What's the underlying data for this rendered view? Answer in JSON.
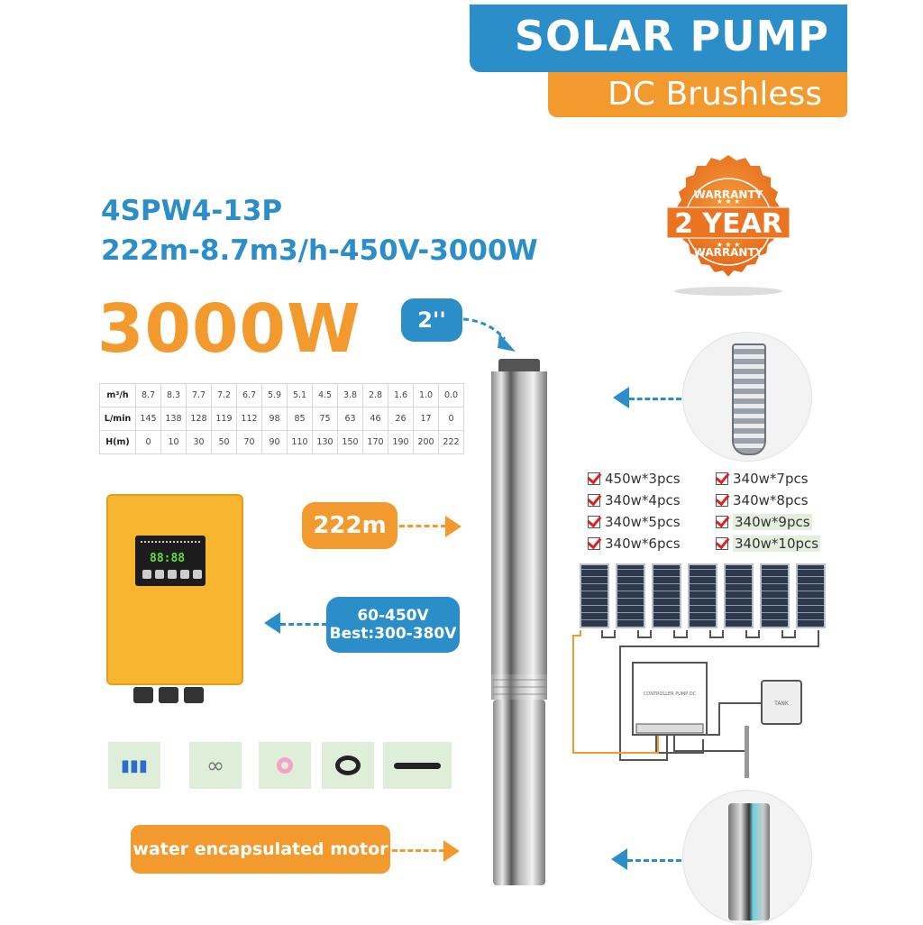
{
  "header": {
    "title": "SOLAR PUMP",
    "subtitle": "DC Brushless"
  },
  "product": {
    "model": "4SPW4-13P",
    "spec_line": "222m-8.7m3/h-450V-3000W",
    "power": "3000W"
  },
  "warranty_badge": {
    "top_text": "WARRANTY",
    "main_text": "2 YEAR",
    "bottom_text": "WARRANTY"
  },
  "callouts": {
    "outlet_size": "2''",
    "head": "222m",
    "voltage_range": "60-450V",
    "voltage_best": "Best:300-380V",
    "motor": "water encapsulated motor"
  },
  "performance_table": {
    "rows": [
      {
        "label": "m³/h",
        "values": [
          "8.7",
          "8.3",
          "7.7",
          "7.2",
          "6.7",
          "5.9",
          "5.1",
          "4.5",
          "3.8",
          "2.8",
          "1.6",
          "1.0",
          "0.0"
        ]
      },
      {
        "label": "L/min",
        "values": [
          "145",
          "138",
          "128",
          "119",
          "112",
          "98",
          "85",
          "75",
          "63",
          "46",
          "26",
          "17",
          "0"
        ]
      },
      {
        "label": "H(m)",
        "values": [
          "0",
          "10",
          "30",
          "50",
          "70",
          "90",
          "110",
          "130",
          "150",
          "170",
          "190",
          "200",
          "222"
        ]
      }
    ]
  },
  "panel_options": [
    {
      "label": "450w*3pcs",
      "highlight": false
    },
    {
      "label": "340w*7pcs",
      "highlight": false
    },
    {
      "label": "340w*4pcs",
      "highlight": false
    },
    {
      "label": "340w*8pcs",
      "highlight": false
    },
    {
      "label": "340w*5pcs",
      "highlight": false
    },
    {
      "label": "340w*9pcs",
      "highlight": true
    },
    {
      "label": "340w*6pcs",
      "highlight": false
    },
    {
      "label": "340w*10pcs",
      "highlight": true
    }
  ],
  "diagram": {
    "controller_label": "CONTROLLER PUMP DC",
    "tank_label": "TANK",
    "panel_count": 7
  },
  "controller_display": "88:88",
  "accessories": [
    "connector-terminals",
    "steel-cable",
    "teflon-tape",
    "cable-rings",
    "cable-splice"
  ],
  "colors": {
    "blue": "#2b8ec8",
    "orange": "#f29a2e",
    "controller_yellow": "#f7b530",
    "accessory_bg": "#deeed8"
  }
}
